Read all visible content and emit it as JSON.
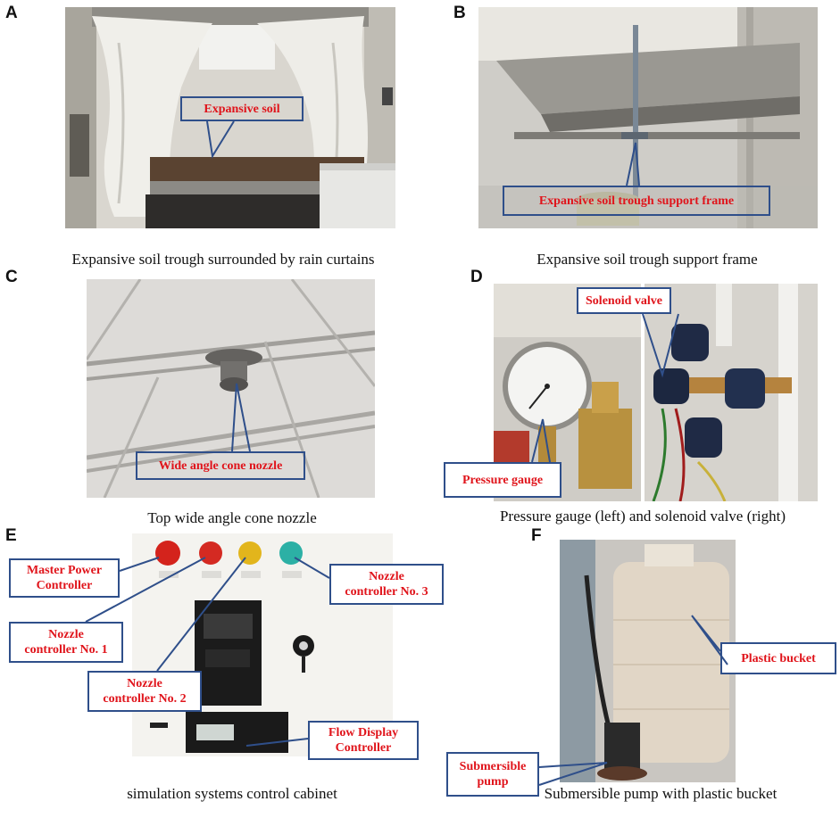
{
  "panels": {
    "A": {
      "letter": "A",
      "caption": "Expansive soil trough surrounded by rain curtains",
      "labels": [
        "Expansive soil"
      ]
    },
    "B": {
      "letter": "B",
      "caption": "Expansive soil trough support frame",
      "labels": [
        "Expansive soil trough support frame"
      ]
    },
    "C": {
      "letter": "C",
      "caption": "Top wide angle cone nozzle",
      "labels": [
        "Wide angle cone nozzle"
      ]
    },
    "D": {
      "letter": "D",
      "caption": "Pressure gauge (left) and solenoid valve (right)",
      "labels": [
        "Solenoid valve",
        "Pressure gauge"
      ]
    },
    "E": {
      "letter": "E",
      "caption": "simulation systems control cabinet",
      "labels": {
        "master": [
          "Master Power",
          "Controller"
        ],
        "nozzle1": [
          "Nozzle",
          "controller No. 1"
        ],
        "nozzle2": [
          "Nozzle",
          "controller No. 2"
        ],
        "nozzle3": [
          "Nozzle",
          "controller No. 3"
        ],
        "flow": [
          "Flow Display",
          "Controller"
        ]
      }
    },
    "F": {
      "letter": "F",
      "caption": "Submersible pump with plastic bucket",
      "labels": {
        "bucket": "Plastic bucket",
        "pump": [
          "Submersible",
          "pump"
        ]
      }
    }
  },
  "colors": {
    "callout_border": "#2f4f8a",
    "callout_text": "#e0141b"
  }
}
